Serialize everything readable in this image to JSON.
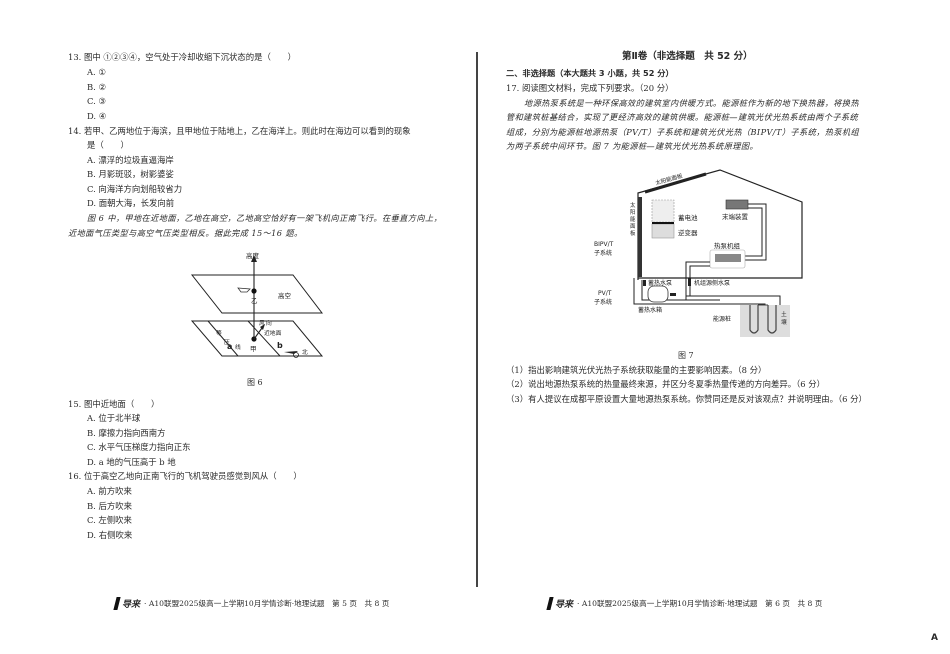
{
  "left_page": {
    "q13": {
      "stem": "13.  图中 ①②③④，空气处于冷却收缩下沉状态的是（　　）",
      "options": [
        "A.  ①",
        "B.  ②",
        "C.  ③",
        "D.  ④"
      ]
    },
    "q14": {
      "stem_line1": "14.  若甲、乙两地位于海滨，且甲地位于陆地上，乙在海洋上。则此时在海边可以看到的现象",
      "stem_line2": "是（　　）",
      "options": [
        "A.  漂浮的垃圾直逼海岸",
        "B.  月影斑驳，树影婆娑",
        "C.  向海洋方向划船较省力",
        "D.  面朝大海，长发向前"
      ]
    },
    "material": {
      "line1": "图 6 中，甲地在近地面，乙地在高空，乙地高空恰好有一架飞机向正南飞行。在垂直方向上，",
      "line2": "近地面气压类型与高空气压类型相反。据此完成 15～16 题。"
    },
    "figure6": {
      "caption": "图 6",
      "labels": {
        "height": "高度",
        "upper_plane": "高空",
        "point_yi": "乙",
        "point_jia": "甲",
        "wind_dir_1": "风",
        "wind_dir_2": "向",
        "near_ground": "近地面",
        "isobar_1": "等",
        "isobar_2": "压",
        "isobar_3": "线",
        "point_a": "a",
        "point_b": "b",
        "north": "北"
      }
    },
    "q15": {
      "stem": "15.  图中近地面（　　）",
      "options": [
        "A.  位于北半球",
        "B.  摩擦力指向西南方",
        "C.  水平气压梯度力指向正东",
        "D.  a 地的气压高于 b 地"
      ]
    },
    "q16": {
      "stem": "16.  位于高空乙地向正南飞行的飞机驾驶员感觉到风从（　　）",
      "options": [
        "A.  前方吹来",
        "B.  后方吹来",
        "C.  左侧吹来",
        "D.  右侧吹来"
      ]
    },
    "footer": {
      "logo_text": "导来",
      "text": "·  A10联盟2025级高一上学期10月学情诊断·地理试题　第 5 页　共 8 页"
    }
  },
  "right_page": {
    "volume_title": "第Ⅱ卷（非选择题　共 52 分）",
    "section_heading": "二、非选择题（本大题共 3 小题，共 52 分）",
    "q17": {
      "stem": "17.  阅读图文材料，完成下列要求。（20 分）",
      "para_line1": "地源热泵系统是一种环保高效的建筑室内供暖方式。能源桩作为新的地下换热器，将换热",
      "para_line2": "管和建筑桩基结合，实现了更经济高效的建筑供暖。能源桩—建筑光伏光热系统由两个子系统",
      "para_line3": "组成，分别为能源桩地源热泵（PV/T）子系统和建筑光伏光热（BIPV/T）子系统，热泵机组",
      "para_line4": "为两子系统中间环节。图 7 为能源桩—建筑光伏光热系统原理图。",
      "sub_questions": [
        "（1）指出影响建筑光伏光热子系统获取能量的主要影响因素。（8 分）",
        "（2）说出地源热泵系统的热量最终来源，并区分冬夏季热量传递的方向差异。（6 分）",
        "（3）有人提议在成都平原设置大量地源热泵系统。你赞同还是反对该观点？并说明理由。（6 分）"
      ]
    },
    "figure7": {
      "caption": "图 7",
      "labels": {
        "solar_panel_roof": "太阳能面板",
        "solar_panel_wall": [
          "太",
          "阳",
          "能",
          "面",
          "板"
        ],
        "battery": "蓄电池",
        "inverter": "逆变器",
        "terminal_device": "末端装置",
        "heat_pump_unit": "热泵机组",
        "bipvt_1": "BIPV/T",
        "bipvt_2": "子系统",
        "storage_pump": "蓄热水泵",
        "unit_source_pump": "机组源侧水泵",
        "pvt_1": "PV/T",
        "pvt_2": "子系统",
        "storage_tank": "蓄热水箱",
        "energy_pile": "能源桩",
        "soil": [
          "土",
          "壤"
        ]
      }
    },
    "footer": {
      "logo_text": "导来",
      "text": "·  A10联盟2025级高一上学期10月学情诊断·地理试题　第 6 页　共 8 页"
    }
  },
  "corner_mark": "A"
}
